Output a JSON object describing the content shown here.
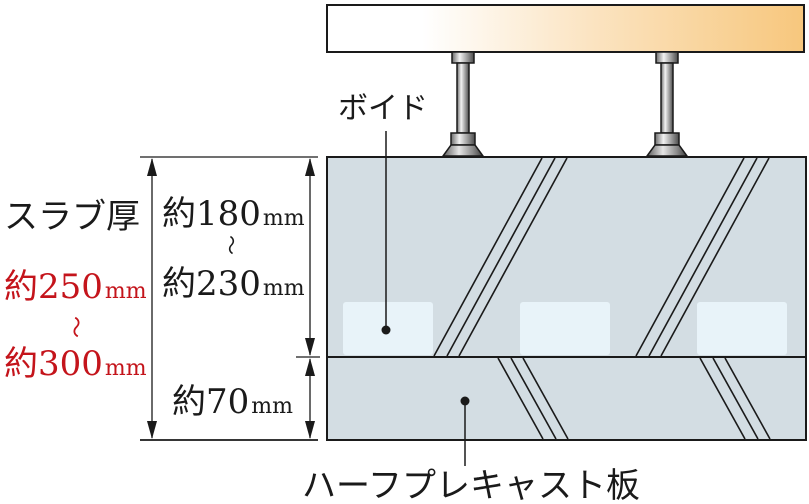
{
  "labels": {
    "void": "ボイド",
    "slab_thickness_title": "スラブ厚",
    "slab_thickness_min": "約250",
    "slab_thickness_max": "約300",
    "tilde": "～",
    "upper_min": "約180",
    "upper_max": "約230",
    "lower": "約70",
    "unit": "mm",
    "half_precast": "ハーフプレキャスト板"
  },
  "colors": {
    "slab_fill": "#d3dde3",
    "void_fill": "#e8f3f9",
    "wood_start": "#ffffff",
    "wood_end": "#f7c77d",
    "highlight_text": "#c4141b",
    "line": "#1a1a1a"
  },
  "dimensions": {
    "total_range_mm": [
      250,
      300
    ],
    "upper_range_mm": [
      180,
      230
    ],
    "lower_mm": 70
  }
}
